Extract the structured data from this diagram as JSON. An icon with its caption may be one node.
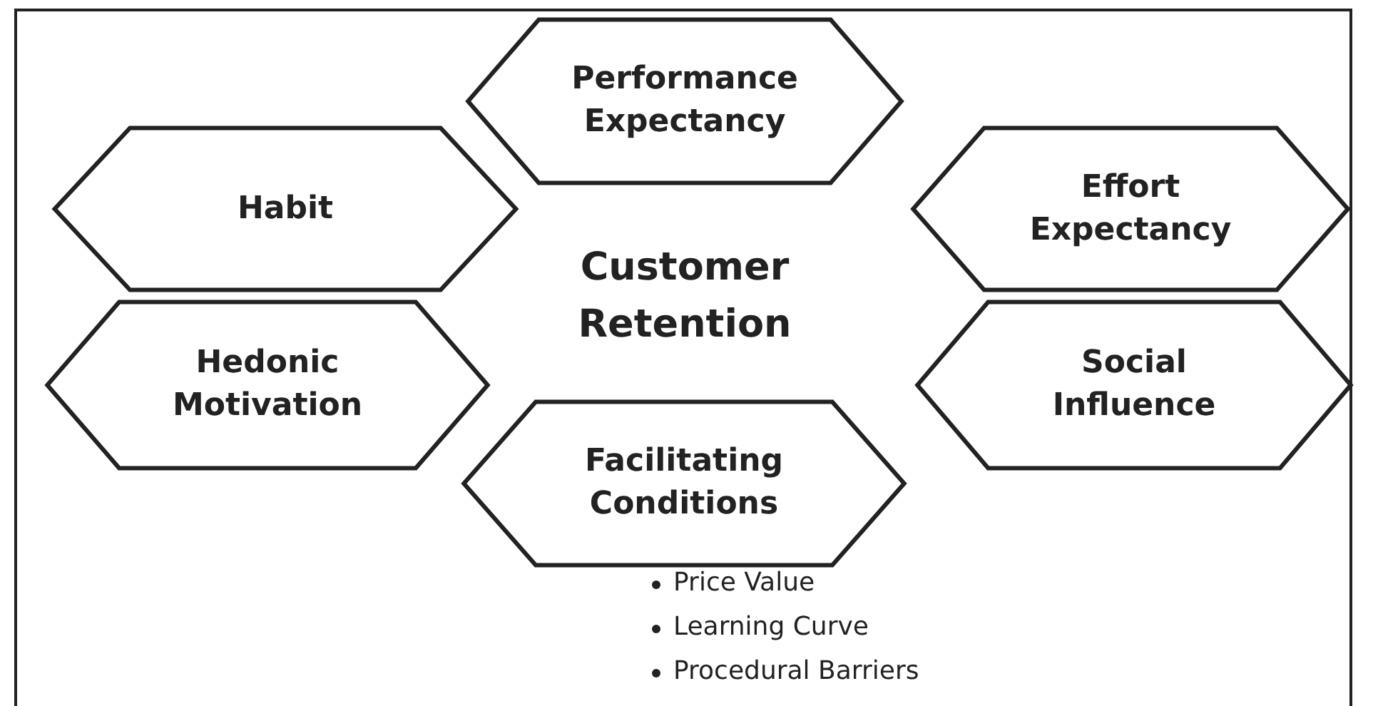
{
  "diagram": {
    "nodes": [
      {
        "text": [
          "Performance Expectancy"
        ]
      },
      {
        "text": [
          "Habit"
        ]
      },
      {
        "text": [
          "Effort Expectancy"
        ]
      },
      {
        "text": [
          "Hedonic Motivation"
        ]
      },
      {
        "text": [
          "Social Influence"
        ]
      },
      {
        "text": [
          "Facilitating Conditions"
        ]
      }
    ],
    "edges": [],
    "labels": [
      "Customer Retention",
      "Price Value",
      "Learning Curve",
      "Procedural Barriers"
    ]
  }
}
